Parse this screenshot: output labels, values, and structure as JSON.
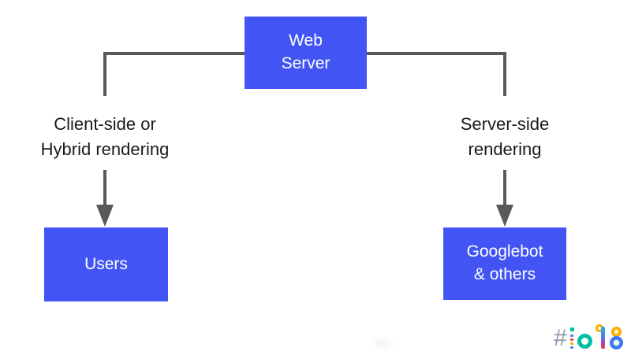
{
  "diagram": {
    "nodes": {
      "web_server": {
        "label": "Web\nServer"
      },
      "users": {
        "label": "Users"
      },
      "googlebot": {
        "label": "Googlebot\n& others"
      }
    },
    "edges": {
      "left": {
        "label": "Client-side or\nHybrid rendering"
      },
      "right": {
        "label": "Server-side\nrendering"
      }
    },
    "colors": {
      "node_fill": "#4255f4",
      "node_text": "#ffffff",
      "connector": "#595959",
      "label_text": "#1a1a1a",
      "background": "#ffffff"
    }
  },
  "branding": {
    "hashtag": "#io18",
    "hash_char": "#",
    "colors": {
      "hash": "#8a97a8",
      "teal": "#00bfa5",
      "blue": "#4285f4",
      "red": "#ea4335",
      "yellow": "#f9ab00"
    }
  }
}
